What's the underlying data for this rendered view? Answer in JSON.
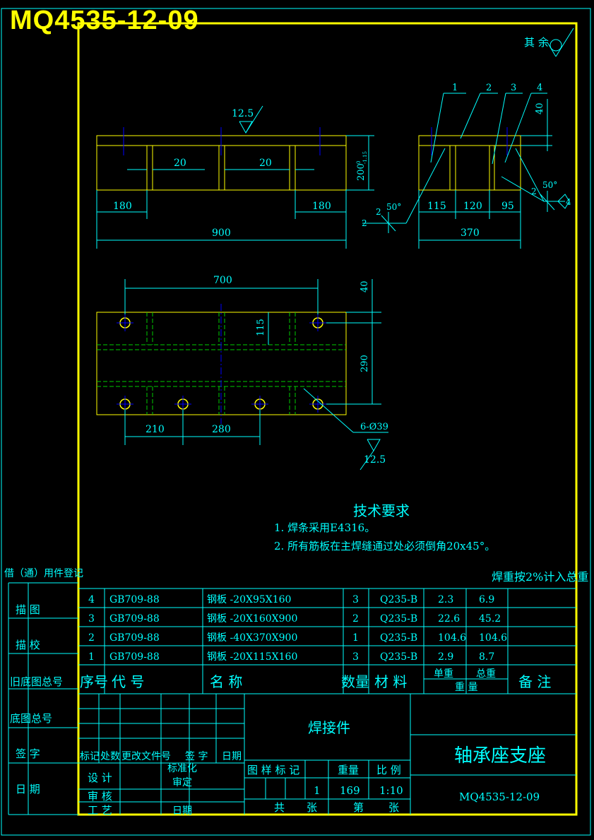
{
  "drawing_number_header": "MQ4535-12-09",
  "roughness_note": {
    "label": "其 余"
  },
  "front_view": {
    "roughness": "12.5",
    "dims": {
      "gap1": "20",
      "gap2": "20",
      "left": "180",
      "right": "180",
      "total": "900",
      "height": "200",
      "height_tol_sup": "0",
      "height_tol_sub": "-1.15"
    },
    "weld": {
      "leg": "2",
      "angle": "50°",
      "left_tag": "2"
    }
  },
  "side_view": {
    "leaders": [
      "1",
      "2",
      "3",
      "4"
    ],
    "dims": {
      "top": "40",
      "a": "115",
      "b": "120",
      "c": "95",
      "total": "370"
    },
    "weld": {
      "leg": "2",
      "angle": "50°",
      "right_tag": "4"
    }
  },
  "plan_view": {
    "dims": {
      "span": "700",
      "top": "40",
      "edge": "115",
      "height": "290",
      "a": "210",
      "b": "280"
    },
    "holes": "6-Ø39",
    "roughness": "12.5"
  },
  "tech_requirements": {
    "title": "技术要求",
    "items": [
      "1. 焊条采用E4316。",
      "2. 所有筋板在主焊缝通过处必须倒角20x45°。"
    ]
  },
  "left_strip": {
    "title": "借（通）用件登记",
    "labels": [
      "描 图",
      "描 校",
      "旧底图总号",
      "底图总号",
      "签 字",
      "日 期"
    ]
  },
  "weld_weight_note": "焊重按2%计入总重",
  "bom": {
    "rows": [
      {
        "no": "4",
        "code": "GB709-88",
        "name": "钢板 -20X95X160",
        "qty": "3",
        "mat": "Q235-B",
        "unit": "2.3",
        "total": "6.9"
      },
      {
        "no": "3",
        "code": "GB709-88",
        "name": "钢板 -20X160X900",
        "qty": "2",
        "mat": "Q235-B",
        "unit": "22.6",
        "total": "45.2"
      },
      {
        "no": "2",
        "code": "GB709-88",
        "name": "钢板 -40X370X900",
        "qty": "1",
        "mat": "Q235-B",
        "unit": "104.6",
        "total": "104.6"
      },
      {
        "no": "1",
        "code": "GB709-88",
        "name": "钢板 -20X115X160",
        "qty": "3",
        "mat": "Q235-B",
        "unit": "2.9",
        "total": "8.7"
      }
    ],
    "header": {
      "no": "序号",
      "code": "代 号",
      "name": "名 称",
      "qty": "数量",
      "mat": "材 料",
      "unit": "单重",
      "total": "总重",
      "weight": "重 量",
      "remark": "备 注"
    }
  },
  "title_block": {
    "type": "焊接件",
    "name": "轴承座支座",
    "number": "MQ4535-12-09",
    "revision_labels": [
      "标记",
      "处数",
      "更改文件号",
      "签 字",
      "日期"
    ],
    "roles": [
      "设 计",
      "审 核",
      "工 艺"
    ],
    "roles2": [
      "标准化",
      "审定",
      "日期"
    ],
    "headers": [
      "图 样 标 记",
      "重量",
      "比 例"
    ],
    "weight": "1",
    "mass": "169",
    "scale": "1:10",
    "sheets": [
      "共",
      "张",
      "第",
      "张"
    ]
  },
  "colors": {
    "frame": "#ffff00",
    "line": "#00ffff",
    "outline": "#ffff00",
    "hidden": "#00cc00",
    "center": "#0000ff",
    "text": "#00ffff"
  }
}
